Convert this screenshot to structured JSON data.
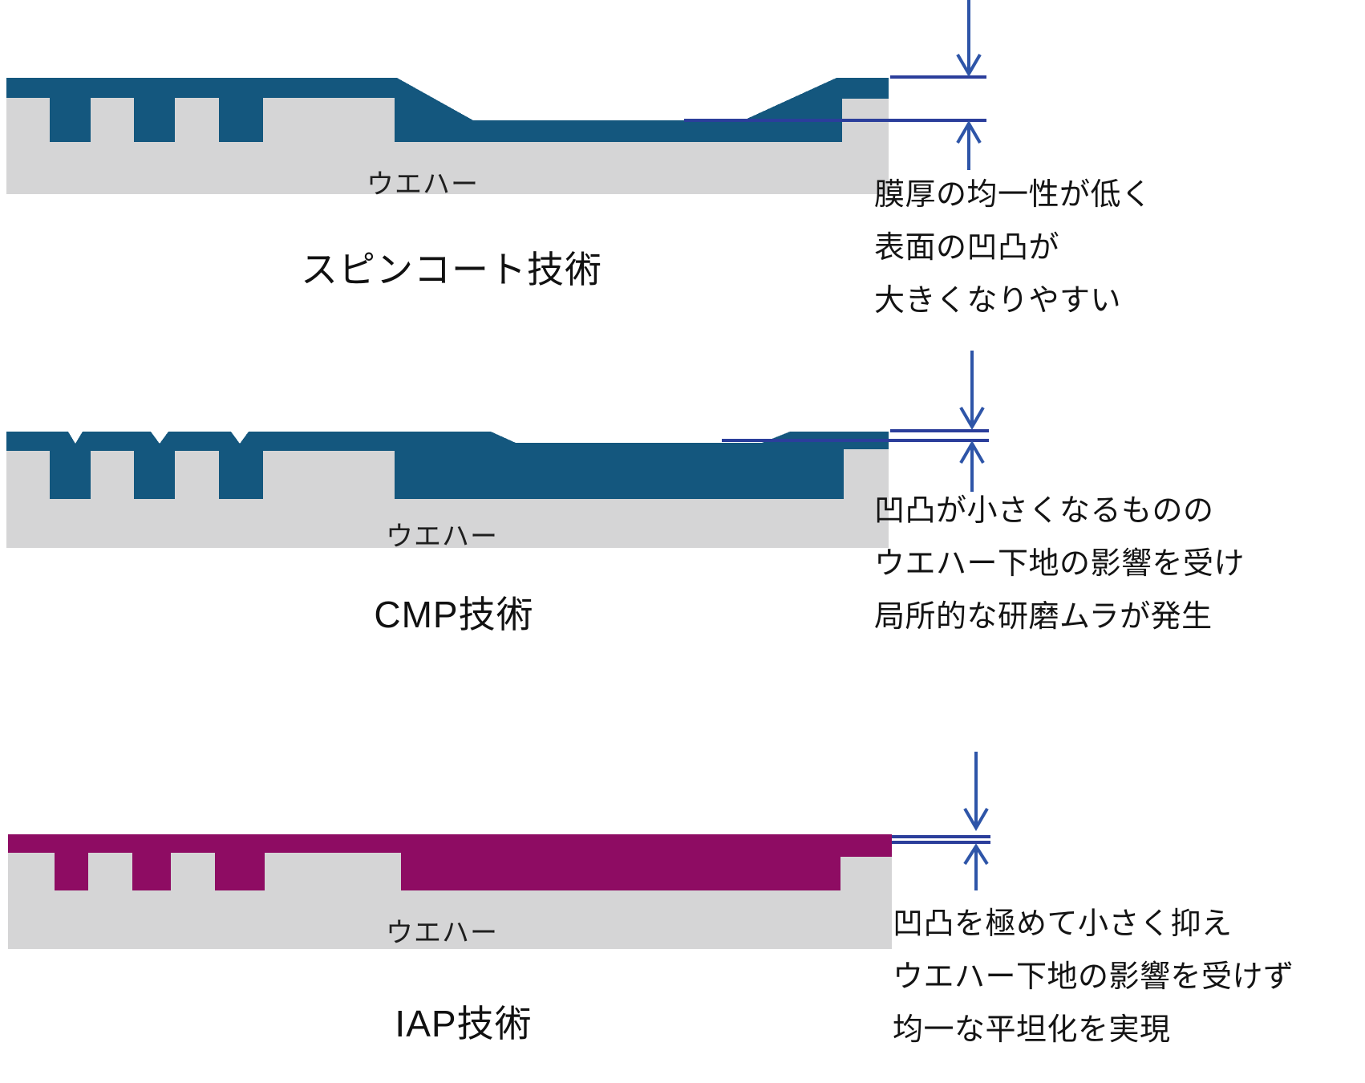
{
  "colors": {
    "film_blue": "#14577E",
    "film_magenta": "#8E0C63",
    "wafer_gray": "#D5D5D6",
    "dimension_line": "#2B3E9B",
    "arrow_blue": "#2E55A8",
    "text": "#1A1A1A",
    "background": "#FFFFFF"
  },
  "diagrams": [
    {
      "id": "spin-coat",
      "title": "スピンコート技術",
      "wafer_label": "ウエハー",
      "film_color": "#14577E",
      "annotation_lines": [
        "膜厚の均一性が低く",
        "表面の凹凸が",
        "大きくなりやすい"
      ]
    },
    {
      "id": "cmp",
      "title": "CMP技術",
      "wafer_label": "ウエハー",
      "film_color": "#14577E",
      "annotation_lines": [
        "凹凸が小さくなるものの",
        "ウエハー下地の影響を受け",
        "局所的な研磨ムラが発生"
      ]
    },
    {
      "id": "iap",
      "title": "IAP技術",
      "wafer_label": "ウエハー",
      "film_color": "#8E0C63",
      "annotation_lines": [
        "凹凸を極めて小さく抑え",
        "ウエハー下地の影響を受けず",
        "均一な平坦化を実現"
      ]
    }
  ]
}
